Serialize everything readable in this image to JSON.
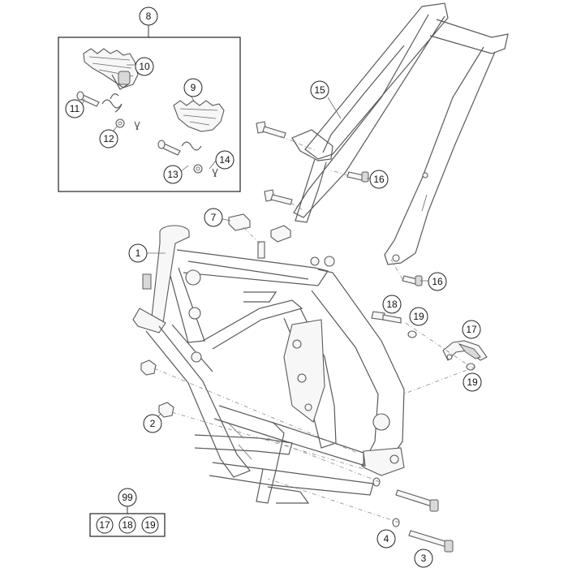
{
  "diagram": {
    "callouts": {
      "c1": "1",
      "c2": "2",
      "c3": "3",
      "c4": "4",
      "c7": "7",
      "c8": "8",
      "c9": "9",
      "c10": "10",
      "c11": "11",
      "c12": "12",
      "c13": "13",
      "c14": "14",
      "c15": "15",
      "c16a": "16",
      "c16b": "16",
      "c17": "17",
      "c18": "18",
      "c19a": "19",
      "c19b": "19",
      "c99": "99",
      "kit17": "17",
      "kit18": "18",
      "kit19": "19"
    }
  }
}
